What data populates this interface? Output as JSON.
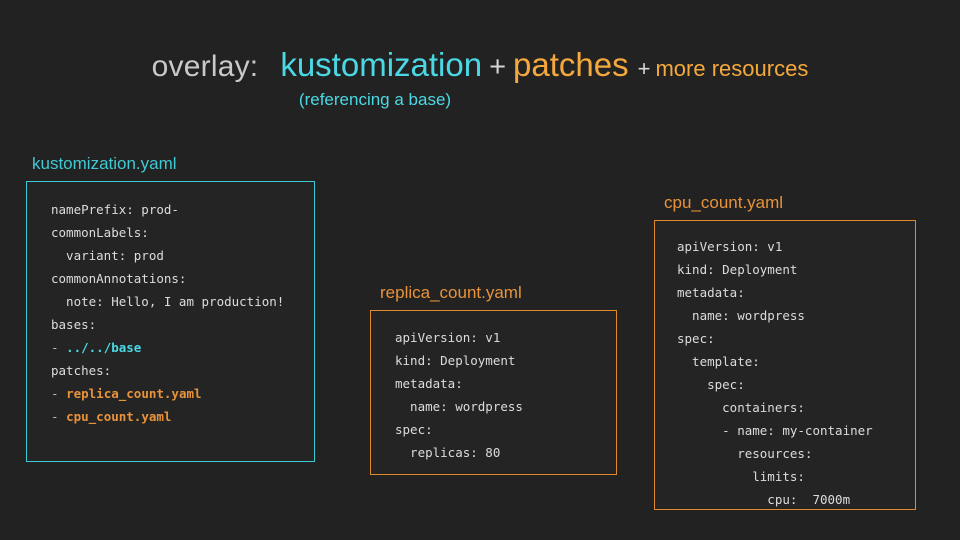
{
  "slide": {
    "background_color": "#222222",
    "title": {
      "overlay_label": "overlay:",
      "term_primary": "kustomization",
      "plus_1": "+",
      "term_secondary": "patches",
      "plus_2": "+",
      "term_tertiary": "more resources",
      "subtitle": "(referencing a base)"
    },
    "colors": {
      "cyan": "#4ad9e4",
      "orange": "#f5a93c",
      "label_cyan": "#3fc9d4",
      "label_orange": "#e8933a",
      "text": "#dcdcdc",
      "muted": "#c9c9c9"
    }
  },
  "panels": [
    {
      "id": "kustomization",
      "label": "kustomization.yaml",
      "border_color": "#3fc9d4",
      "lines": [
        "namePrefix: prod-",
        "commonLabels:",
        "  variant: prod",
        "commonAnnotations:",
        "  note: Hello, I am production!",
        "bases:",
        "- ../../base",
        "patches:",
        "- replica_count.yaml",
        "- cpu_count.yaml"
      ],
      "highlights": {
        "base_ref": "../../base",
        "patch_1": "replica_count.yaml",
        "patch_2": "cpu_count.yaml"
      }
    },
    {
      "id": "replica_count",
      "label": "replica_count.yaml",
      "border_color": "#e08a2e",
      "lines": [
        "apiVersion: v1",
        "kind: Deployment",
        "metadata:",
        "  name: wordpress",
        "spec:",
        "  replicas: 80"
      ]
    },
    {
      "id": "cpu_count",
      "label": "cpu_count.yaml",
      "border_color": "#e08a2e",
      "lines": [
        "apiVersion: v1",
        "kind: Deployment",
        "metadata:",
        "  name: wordpress",
        "spec:",
        "  template:",
        "    spec:",
        "      containers:",
        "      - name: my-container",
        "        resources:",
        "          limits:",
        "            cpu:  7000m"
      ]
    }
  ]
}
